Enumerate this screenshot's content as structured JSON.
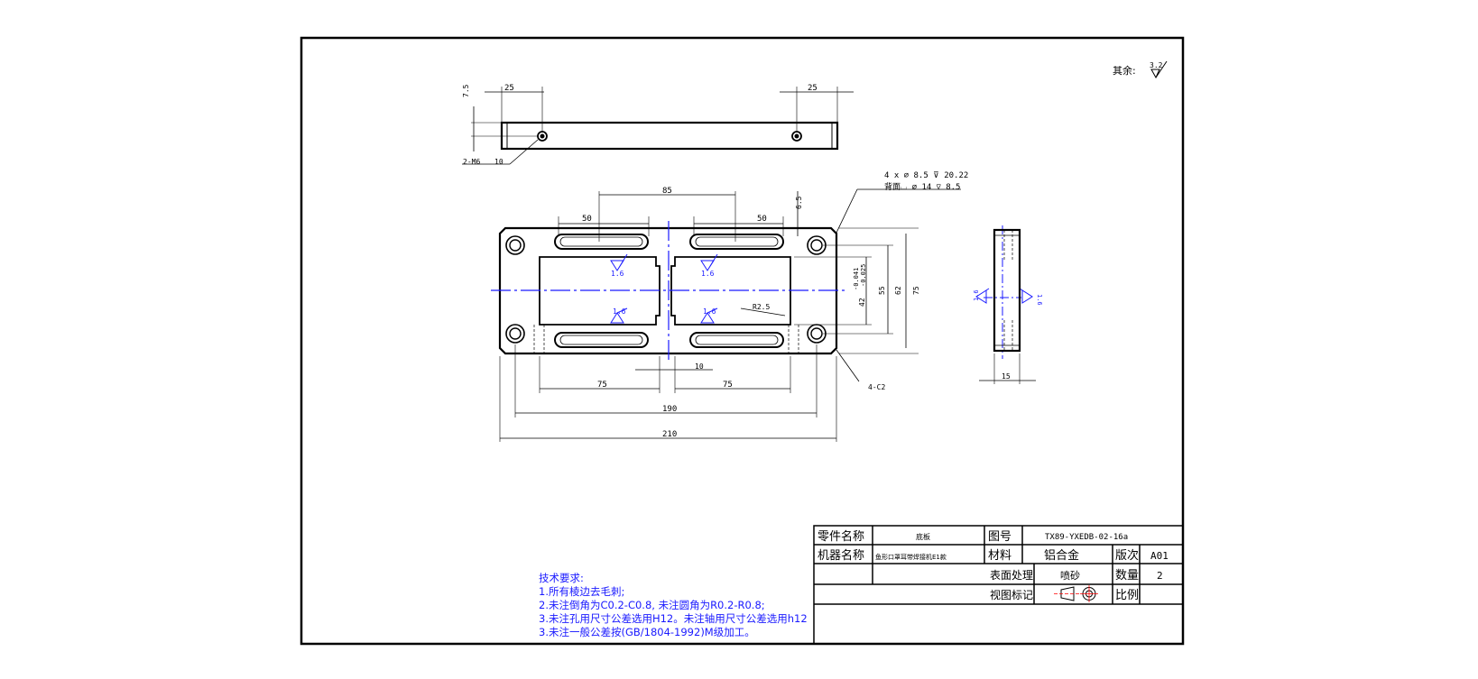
{
  "roughness": {
    "label": "其余:",
    "value": "3.2"
  },
  "top_view": {
    "dim_left": "25",
    "dim_right": "25",
    "dim_height": "7.5",
    "hole_callout": "2-M6",
    "hole_depth": "10"
  },
  "front_view": {
    "dim_85": "85",
    "dim_50_left": "50",
    "dim_50_right": "50",
    "dim_6_5": "6.5",
    "hole_callout_line1": "4 x ⌀ 8.5 ⊽ 20.22",
    "hole_callout_line2": "背面⌴ ⌀ 14 ⊽ 8.5",
    "radius": "R2.5",
    "chamfer": "4-C2",
    "dim_10": "10",
    "dim_75_left": "75",
    "dim_75_right": "75",
    "dim_190": "190",
    "dim_210": "210",
    "dim_42": "42",
    "tol_upper": "-0.041",
    "tol_lower": "-0.025",
    "dim_55": "55",
    "dim_62": "62",
    "dim_75_v": "75",
    "roughness_mark": "1.6"
  },
  "side_view": {
    "dim_15": "15",
    "roughness_mark": "1.6"
  },
  "notes": {
    "title": "技术要求:",
    "items": [
      "1.所有棱边去毛刺;",
      "2.未注倒角为C0.2-C0.8, 未注圆角为R0.2-R0.8;",
      "3.未注孔用尺寸公差选用H12。未注轴用尺寸公差选用h12",
      "3.未注一般公差按(GB/1804-1992)M级加工。"
    ]
  },
  "title_block": {
    "part_name_label": "零件名称",
    "part_name": "底板",
    "drawing_no_label": "图号",
    "drawing_no": "TX89-YXEDB-02-16a",
    "machine_name_label": "机器名称",
    "machine_name": "鱼形口罩耳带焊接机E1款",
    "material_label": "材料",
    "material": "铝合金",
    "version_label": "版次",
    "version": "A01",
    "surface_label": "表面处理",
    "surface": "喷砂",
    "qty_label": "数量",
    "qty": "2",
    "view_label": "视图标记",
    "scale_label": "比例"
  }
}
